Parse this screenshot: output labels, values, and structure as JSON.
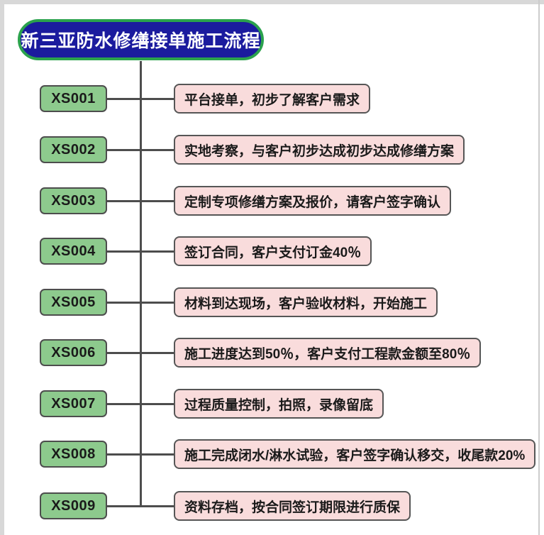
{
  "title": "新三亚防水修缮接单施工流程",
  "colors": {
    "title_fill": "#1b1b9e",
    "title_border": "#2ba24d",
    "step_fill": "#8dca8d",
    "desc_fill": "#f9dcdc",
    "line": "#4d4d4d",
    "canvas_edge": "#d8d8d8"
  },
  "steps": [
    {
      "id": "XS001",
      "desc": "平台接单，初步了解客户需求"
    },
    {
      "id": "XS002",
      "desc": "实地考察，与客户初步达成初步达成修缮方案"
    },
    {
      "id": "XS003",
      "desc": "定制专项修缮方案及报价，请客户签字确认"
    },
    {
      "id": "XS004",
      "desc": "签订合同，客户支付订金40％"
    },
    {
      "id": "XS005",
      "desc": "材料到达现场，客户验收材料，开始施工"
    },
    {
      "id": "XS006",
      "desc": "施工进度达到50％，客户支付工程款金额至80％"
    },
    {
      "id": "XS007",
      "desc": "过程质量控制，拍照，录像留底"
    },
    {
      "id": "XS008",
      "desc": "施工完成闭水/淋水试验，客户签字确认移交，收尾款20%"
    },
    {
      "id": "XS009",
      "desc": "资料存档，按合同签订期限进行质保"
    }
  ]
}
